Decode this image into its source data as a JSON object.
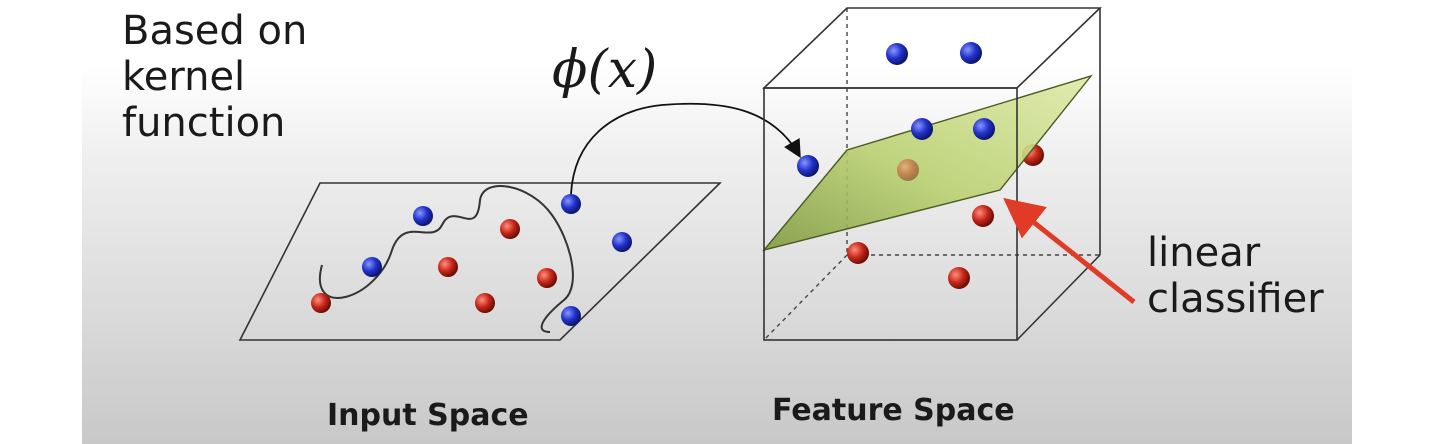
{
  "labels": {
    "top_note": "Based on\nkernel\nfunction",
    "mapping": "ϕ(x)",
    "classifier_note": "linear\nclassifier",
    "input_caption": "Input Space",
    "feature_caption": "Feature Space"
  },
  "colors": {
    "positive": "#2a3bd0",
    "negative": "#cc2a1c",
    "plane": "#b8d06c",
    "arrow": "#e03b26"
  }
}
